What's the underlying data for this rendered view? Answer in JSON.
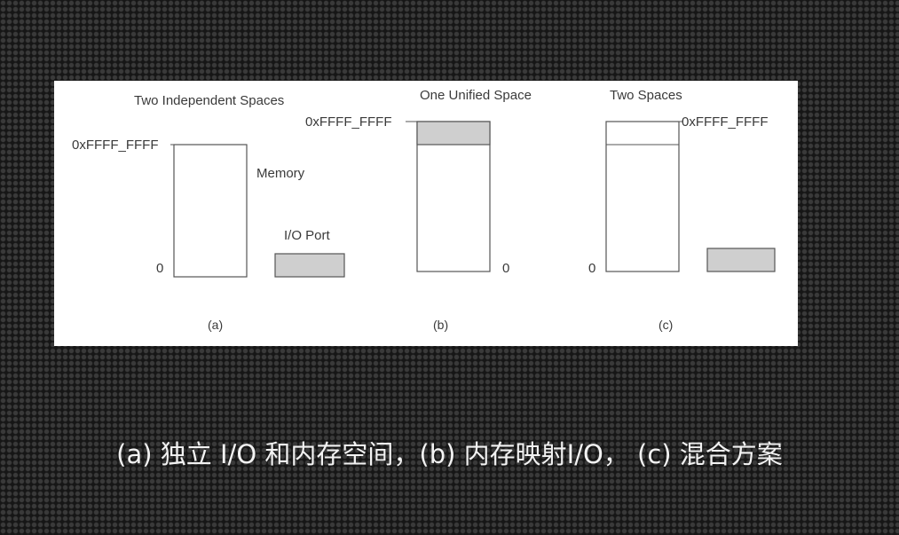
{
  "diagram": {
    "a": {
      "title": "Two Independent Spaces",
      "top_address": "0xFFFF_FFFF",
      "bottom_address": "0",
      "memory_label": "Memory",
      "io_label": "I/O Port",
      "caption": "(a)"
    },
    "b": {
      "title": "One Unified Space",
      "top_address": "0xFFFF_FFFF",
      "bottom_address": "0",
      "caption": "(b)"
    },
    "c": {
      "title": "Two Spaces",
      "top_address": "0xFFFF_FFFF",
      "bottom_address": "0",
      "caption": "(c)"
    },
    "colors": {
      "io_fill": "#cfcfcf",
      "memory_fill": "#ffffff",
      "outline": "#555555"
    }
  },
  "slide_caption": {
    "part_a": "(a) 独立 I/O 和内存空间，",
    "part_b": "(b) 内存映射I/O，",
    "part_c": " (c) 混合方案"
  }
}
